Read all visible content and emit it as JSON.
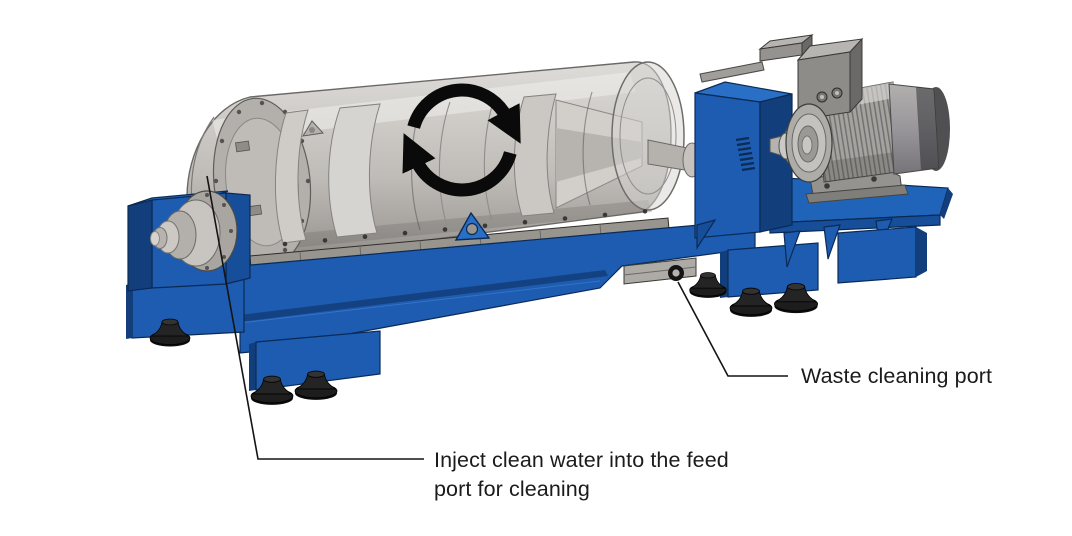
{
  "annotations": {
    "feed_label": "Inject clean water into the feed\nport for cleaning",
    "waste_label": "Waste cleaning port"
  },
  "icons": {
    "rotation_arrow": "circular-rotation-arrows"
  },
  "colors": {
    "background": "#ffffff",
    "frame_blue": "#1d5cb0",
    "frame_blue_dark": "#123f7c",
    "frame_blue_light": "#2a6fc6",
    "frame_blue_mid": "#174e9a",
    "drum_gray": "#c6c3bf",
    "drum_gray_dark": "#a09d99",
    "motor_gray": "#a5a3a0",
    "foot_black": "#1a1a1a",
    "leader_line": "#141414",
    "arrow_black": "#0a0a0a",
    "label_text": "#1b1b1b"
  }
}
